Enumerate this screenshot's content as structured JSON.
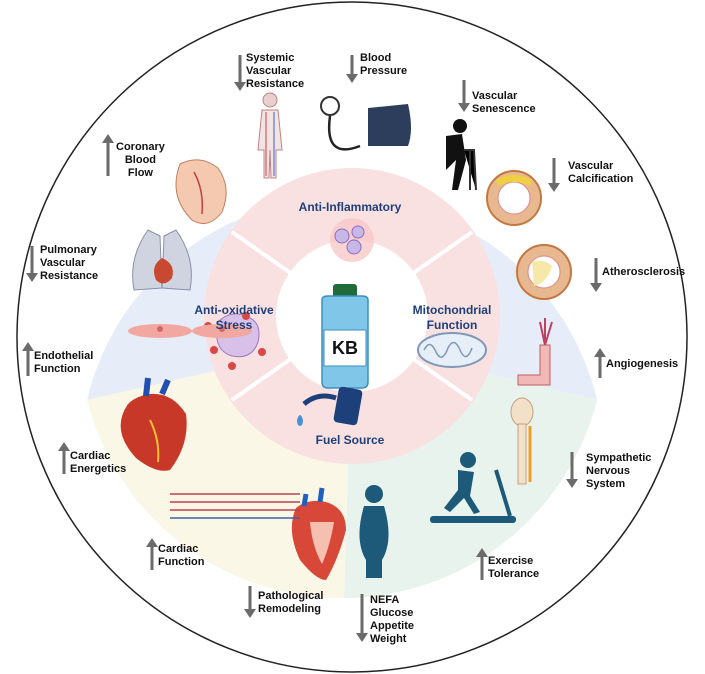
{
  "center": {
    "bottle_label": "KB"
  },
  "inner_ring": {
    "anti_inflammatory": "Anti-Inflammatory",
    "mitochondrial": [
      "Mitochondrial",
      "Function"
    ],
    "fuel": "Fuel Source",
    "antioxidative": [
      "Anti-oxidative",
      "Stress"
    ]
  },
  "outcomes": {
    "systemic_vascular_resistance": {
      "lines": [
        "Systemic",
        "Vascular",
        "Resistance"
      ],
      "direction": "down"
    },
    "blood_pressure": {
      "lines": [
        "Blood",
        "Pressure"
      ],
      "direction": "down"
    },
    "vascular_senescence": {
      "lines": [
        "Vascular",
        "Senescence"
      ],
      "direction": "down"
    },
    "vascular_calcification": {
      "lines": [
        "Vascular",
        "Calcification"
      ],
      "direction": "down"
    },
    "atherosclerosis": {
      "lines": [
        "Atherosclerosis"
      ],
      "direction": "down"
    },
    "angiogenesis": {
      "lines": [
        "Angiogenesis"
      ],
      "direction": "up"
    },
    "sympathetic_nervous_system": {
      "lines": [
        "Sympathetic",
        "Nervous",
        "System"
      ],
      "direction": "down"
    },
    "exercise_tolerance": {
      "lines": [
        "Exercise",
        "Tolerance"
      ],
      "direction": "up"
    },
    "nefa_glucose": {
      "lines": [
        "NEFA",
        "Glucose",
        "Appetite",
        "Weight"
      ],
      "direction": "down"
    },
    "pathological_remodeling": {
      "lines": [
        "Pathological",
        "Remodeling"
      ],
      "direction": "down"
    },
    "cardiac_function": {
      "lines": [
        "Cardiac",
        "Function"
      ],
      "direction": "up"
    },
    "cardiac_energetics": {
      "lines": [
        "Cardiac",
        "Energetics"
      ],
      "direction": "up"
    },
    "endothelial_function": {
      "lines": [
        "Endothelial",
        "Function"
      ],
      "direction": "up"
    },
    "pulmonary_vascular_resistance": {
      "lines": [
        "Pulmonary",
        "Vascular",
        "Resistance"
      ],
      "direction": "down"
    },
    "coronary_blood_flow": {
      "lines": [
        "Coronary",
        "Blood",
        "Flow"
      ],
      "direction": "up"
    }
  },
  "colors": {
    "vascular_sector": "#e6edf8",
    "muscle_sector": "#e8f3ee",
    "cardiac_sector": "#fbf7e7",
    "inner_ring": "#fae1e1",
    "arrow": "#6b6b6b",
    "inner_text": "#1d3f7a"
  }
}
